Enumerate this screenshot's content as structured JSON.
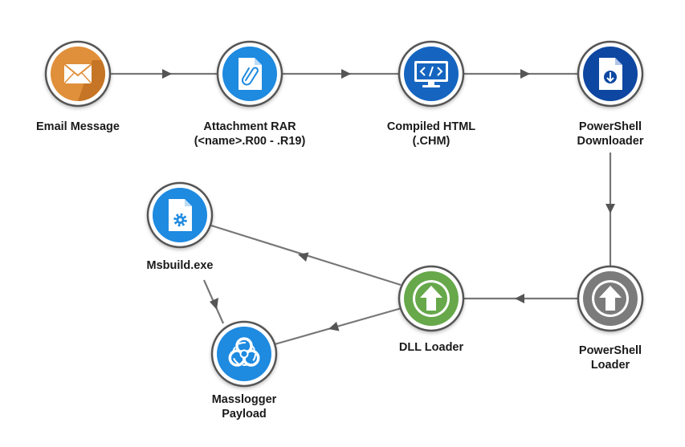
{
  "nodes": {
    "email": {
      "line1": "Email Message",
      "line2": "",
      "icon": "envelope-icon",
      "color": "#e08f3a"
    },
    "rar": {
      "line1": "Attachment RAR",
      "line2": "(<name>.R00 - .R19)",
      "icon": "attachment-file-icon",
      "color": "#1e8ae0"
    },
    "chm": {
      "line1": "Compiled HTML",
      "line2": "(.CHM)",
      "icon": "code-monitor-icon",
      "color": "#1565c0"
    },
    "psdl": {
      "line1": "PowerShell",
      "line2": "Downloader",
      "icon": "download-file-icon",
      "color": "#0d47a1"
    },
    "msbuild": {
      "line1": "Msbuild.exe",
      "line2": "",
      "icon": "gear-file-icon",
      "color": "#1e8ae0"
    },
    "dll": {
      "line1": "DLL Loader",
      "line2": "",
      "icon": "up-arrow-icon",
      "color": "#66a84a"
    },
    "psl": {
      "line1": "PowerShell",
      "line2": "Loader",
      "icon": "up-arrow-icon",
      "color": "#7b7b7b"
    },
    "payload": {
      "line1": "Masslogger",
      "line2": "Payload",
      "icon": "biohazard-icon",
      "color": "#1e8ae0"
    }
  },
  "colors": {
    "connector": "#777777",
    "ring": "#555555"
  }
}
